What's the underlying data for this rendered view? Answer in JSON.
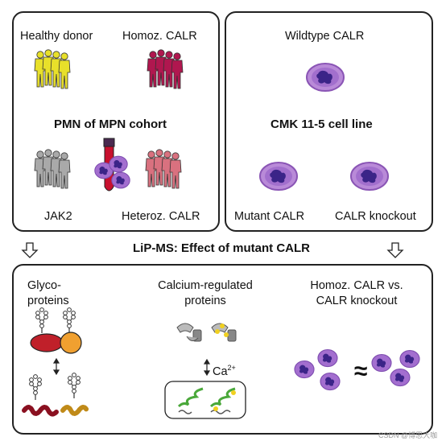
{
  "left_panel": {
    "healthy_donor": "Healthy donor",
    "homoz_calr": "Homoz. CALR",
    "title": "PMN of MPN cohort",
    "jak2": "JAK2",
    "heteroz_calr": "Heteroz. CALR"
  },
  "right_panel": {
    "wildtype": "Wildtype CALR",
    "title": "CMK 11-5 cell line",
    "mutant": "Mutant CALR",
    "knockout": "CALR knockout"
  },
  "center_title": "LiP-MS: Effect of mutant CALR",
  "bottom_panel": {
    "glyco_line1": "Glyco-",
    "glyco_line2": "proteins",
    "calcium_line1": "Calcium-regulated",
    "calcium_line2": "proteins",
    "calcium_ion": "Ca",
    "calcium_charge": "2+",
    "compare_line1": "Homoz. CALR vs.",
    "compare_line2": "CALR knockout",
    "approx_symbol": "≈"
  },
  "watermark": "CSDN @博思大咖",
  "colors": {
    "healthy": "#e8e02a",
    "homoz": "#b0174f",
    "jak2": "#a9a9a9",
    "heteroz": "#d9717f",
    "cell": "#9b5bc8",
    "nucleus": "#3d2a8f",
    "glyco_red": "#c0202a",
    "glyco_orange": "#f0a030",
    "helix_green": "#4aa83a"
  }
}
